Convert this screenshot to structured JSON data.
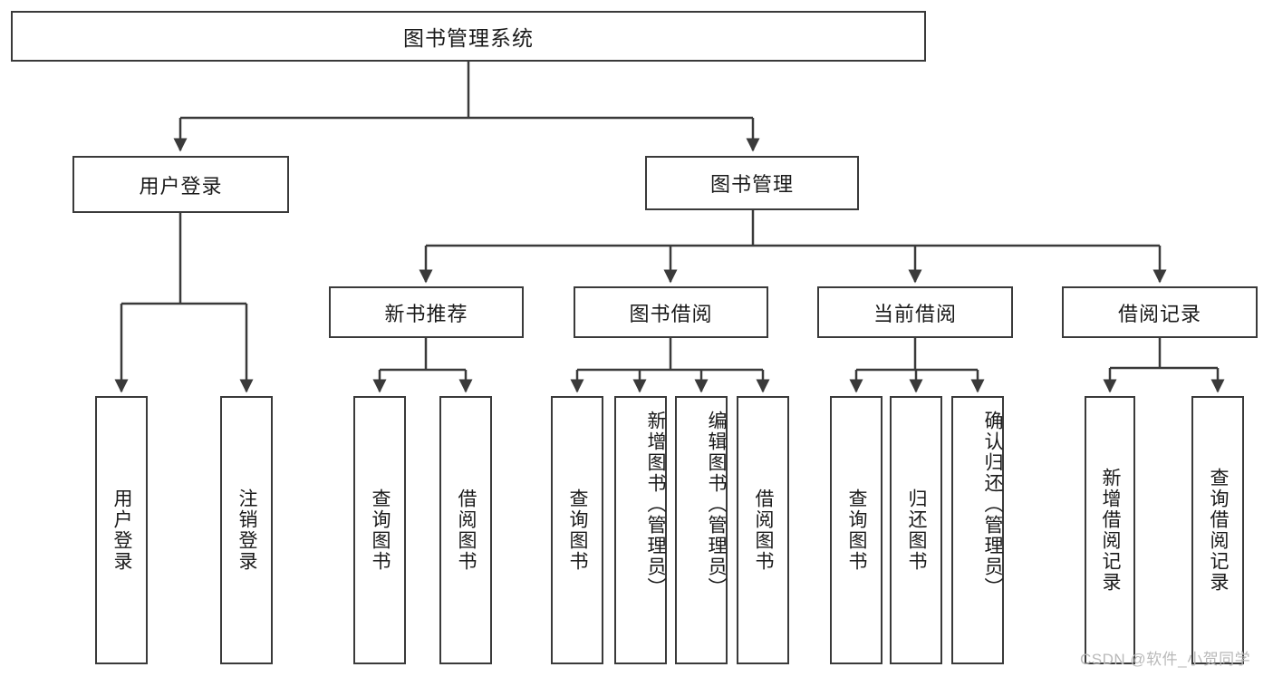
{
  "diagram": {
    "title": "图书管理系统",
    "watermark": "CSDN @软件_小贺同学",
    "colors": {
      "stroke": "#3a3a3a",
      "text": "#1a1a1a",
      "background": "#ffffff",
      "watermark": "#b9b9b9"
    },
    "nodes": {
      "root": "图书管理系统",
      "level1": [
        {
          "label": "用户登录"
        },
        {
          "label": "图书管理"
        }
      ],
      "level2": [
        {
          "label": "新书推荐"
        },
        {
          "label": "图书借阅"
        },
        {
          "label": "当前借阅"
        },
        {
          "label": "借阅记录"
        }
      ],
      "leaves": {
        "user_login": [
          {
            "label": "用户登录"
          },
          {
            "label": "注销登录"
          }
        ],
        "new_book": [
          {
            "label": "查询图书"
          },
          {
            "label": "借阅图书"
          }
        ],
        "book_borrow": [
          {
            "label": "查询图书"
          },
          {
            "label": "新增图书（管理员）"
          },
          {
            "label": "编辑图书（管理员）"
          },
          {
            "label": "借阅图书"
          }
        ],
        "current_borrow": [
          {
            "label": "查询图书"
          },
          {
            "label": "归还图书"
          },
          {
            "label": "确认归还（管理员）"
          }
        ],
        "borrow_record": [
          {
            "label": "新增借阅记录"
          },
          {
            "label": "查询借阅记录"
          }
        ]
      }
    }
  }
}
